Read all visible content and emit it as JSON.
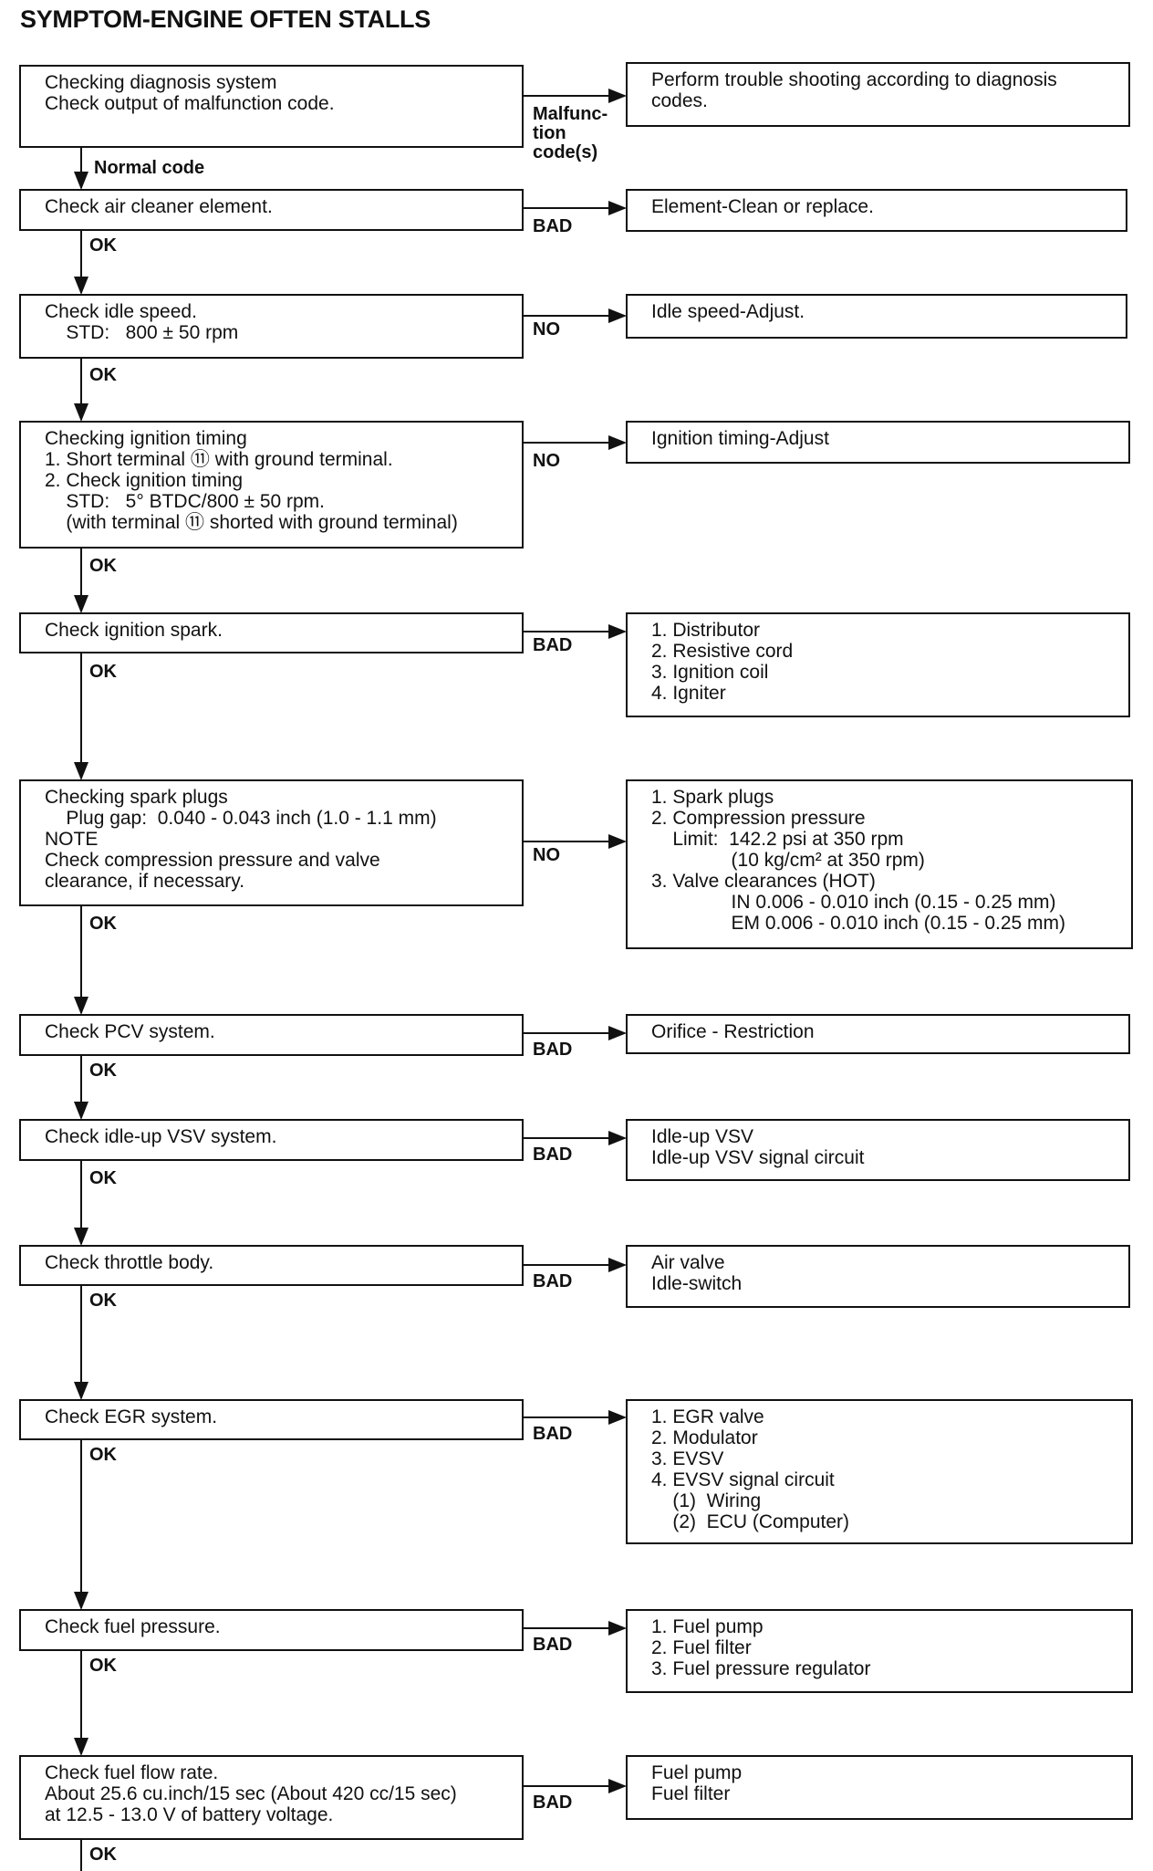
{
  "title": "SYMPTOM-ENGINE OFTEN STALLS",
  "steps": [
    {
      "check": [
        "Checking diagnosis system",
        "Check output of malfunction code."
      ],
      "branch_label": "Malfunc-\ntion\ncode(s)",
      "action": [
        "Perform trouble shooting according to diagnosis",
        "codes."
      ],
      "pass_label": "Normal code"
    },
    {
      "check": [
        "Check air cleaner element."
      ],
      "branch_label": "BAD",
      "action": [
        "Element-Clean or replace."
      ],
      "pass_label": "OK"
    },
    {
      "check": [
        "Check idle speed.",
        "    STD:   800 ± 50 rpm"
      ],
      "branch_label": "NO",
      "action": [
        "Idle speed-Adjust."
      ],
      "pass_label": "OK"
    },
    {
      "check": [
        "Checking ignition timing",
        "1. Short terminal ⑪ with ground terminal.",
        "2. Check ignition timing",
        "    STD:   5° BTDC/800 ± 50 rpm.",
        "    (with terminal ⑪ shorted with ground terminal)"
      ],
      "branch_label": "NO",
      "action": [
        "Ignition timing-Adjust"
      ],
      "pass_label": "OK"
    },
    {
      "check": [
        "Check ignition spark."
      ],
      "branch_label": "BAD",
      "action": [
        "1. Distributor",
        "2. Resistive cord",
        "3. Ignition coil",
        "4. Igniter"
      ],
      "pass_label": "OK"
    },
    {
      "check": [
        "Checking spark plugs",
        "    Plug gap:  0.040 - 0.043 inch (1.0 - 1.1 mm)",
        "NOTE",
        "Check compression pressure and valve",
        "clearance, if necessary."
      ],
      "branch_label": "NO",
      "action": [
        "1. Spark plugs",
        "2. Compression pressure",
        "    Limit:  142.2 psi at 350 rpm",
        "               (10 kg/cm² at 350 rpm)",
        "3. Valve clearances (HOT)",
        "               IN 0.006 - 0.010 inch (0.15 - 0.25 mm)",
        "               EM 0.006 - 0.010 inch (0.15 - 0.25 mm)"
      ],
      "pass_label": "OK"
    },
    {
      "check": [
        "Check PCV system."
      ],
      "branch_label": "BAD",
      "action": [
        "Orifice - Restriction"
      ],
      "pass_label": "OK"
    },
    {
      "check": [
        "Check idle-up VSV system."
      ],
      "branch_label": "BAD",
      "action": [
        "Idle-up VSV",
        "Idle-up VSV signal circuit"
      ],
      "pass_label": "OK"
    },
    {
      "check": [
        "Check throttle body."
      ],
      "branch_label": "BAD",
      "action": [
        "Air valve",
        "Idle-switch"
      ],
      "pass_label": "OK"
    },
    {
      "check": [
        "Check EGR system."
      ],
      "branch_label": "BAD",
      "action": [
        "1. EGR valve",
        "2. Modulator",
        "3. EVSV",
        "4. EVSV signal circuit",
        "    (1)  Wiring",
        "    (2)  ECU (Computer)"
      ],
      "pass_label": "OK"
    },
    {
      "check": [
        "Check fuel pressure."
      ],
      "branch_label": "BAD",
      "action": [
        "1. Fuel pump",
        "2. Fuel filter",
        "3. Fuel pressure regulator"
      ],
      "pass_label": "OK"
    },
    {
      "check": [
        "Check fuel flow rate.",
        "About 25.6 cu.inch/15 sec (About 420 cc/15 sec)",
        "at 12.5 - 13.0 V of battery voltage."
      ],
      "branch_label": "BAD",
      "action": [
        "Fuel pump",
        "Fuel filter"
      ],
      "pass_label": "OK"
    }
  ]
}
